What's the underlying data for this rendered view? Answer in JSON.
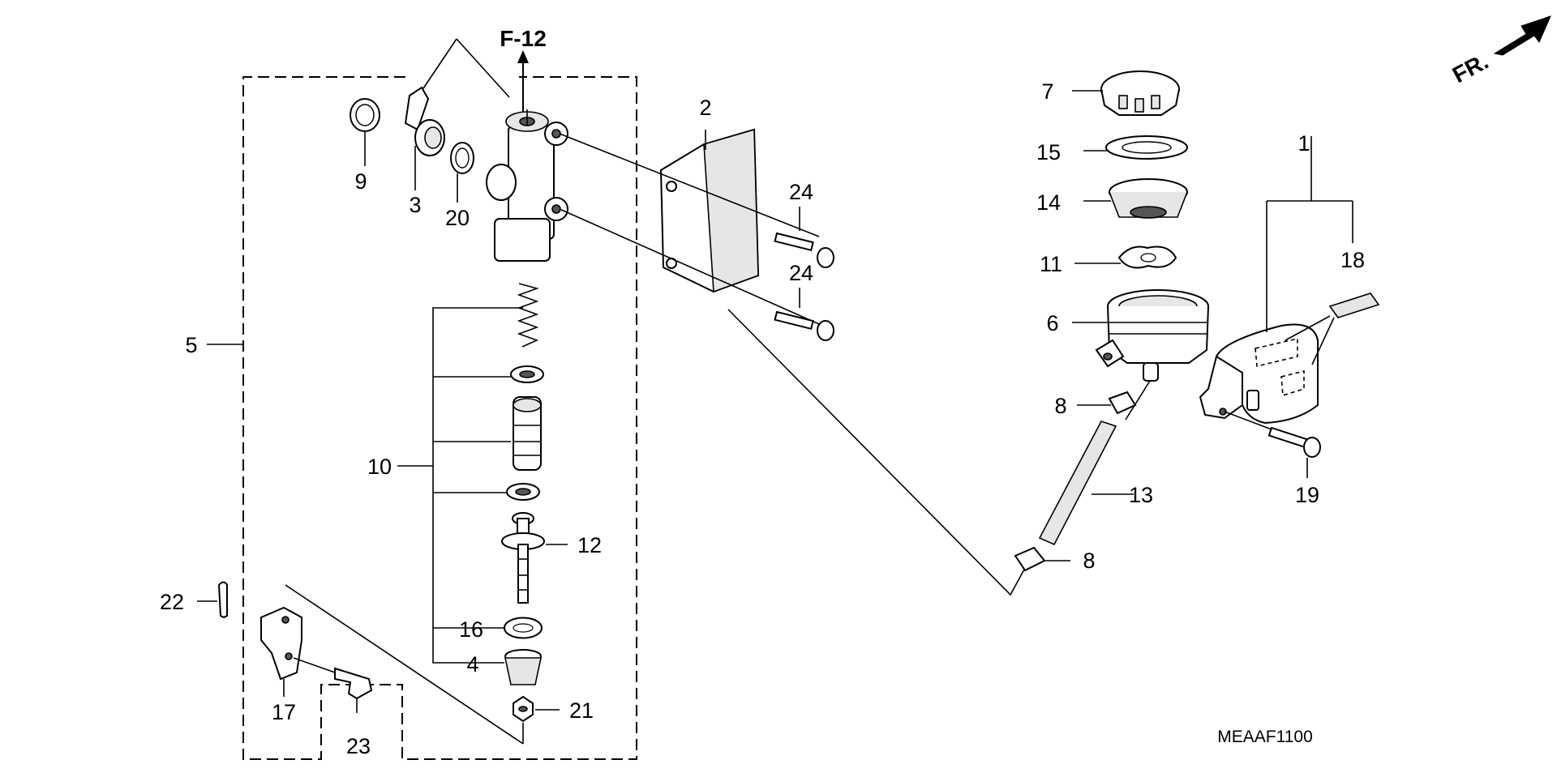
{
  "diagram": {
    "reference_label": "F-12",
    "front_label": "FR.",
    "diagram_code": "MEAAF1100",
    "callouts": {
      "p1": "1",
      "p2": "2",
      "p3": "3",
      "p4": "4",
      "p5": "5",
      "p6": "6",
      "p7": "7",
      "p8a": "8",
      "p8b": "8",
      "p9": "9",
      "p10": "10",
      "p11": "11",
      "p12": "12",
      "p13": "13",
      "p14": "14",
      "p15": "15",
      "p16": "16",
      "p17": "17",
      "p18": "18",
      "p19": "19",
      "p20": "20",
      "p21": "21",
      "p22": "22",
      "p23": "23",
      "p24a": "24",
      "p24b": "24"
    }
  }
}
